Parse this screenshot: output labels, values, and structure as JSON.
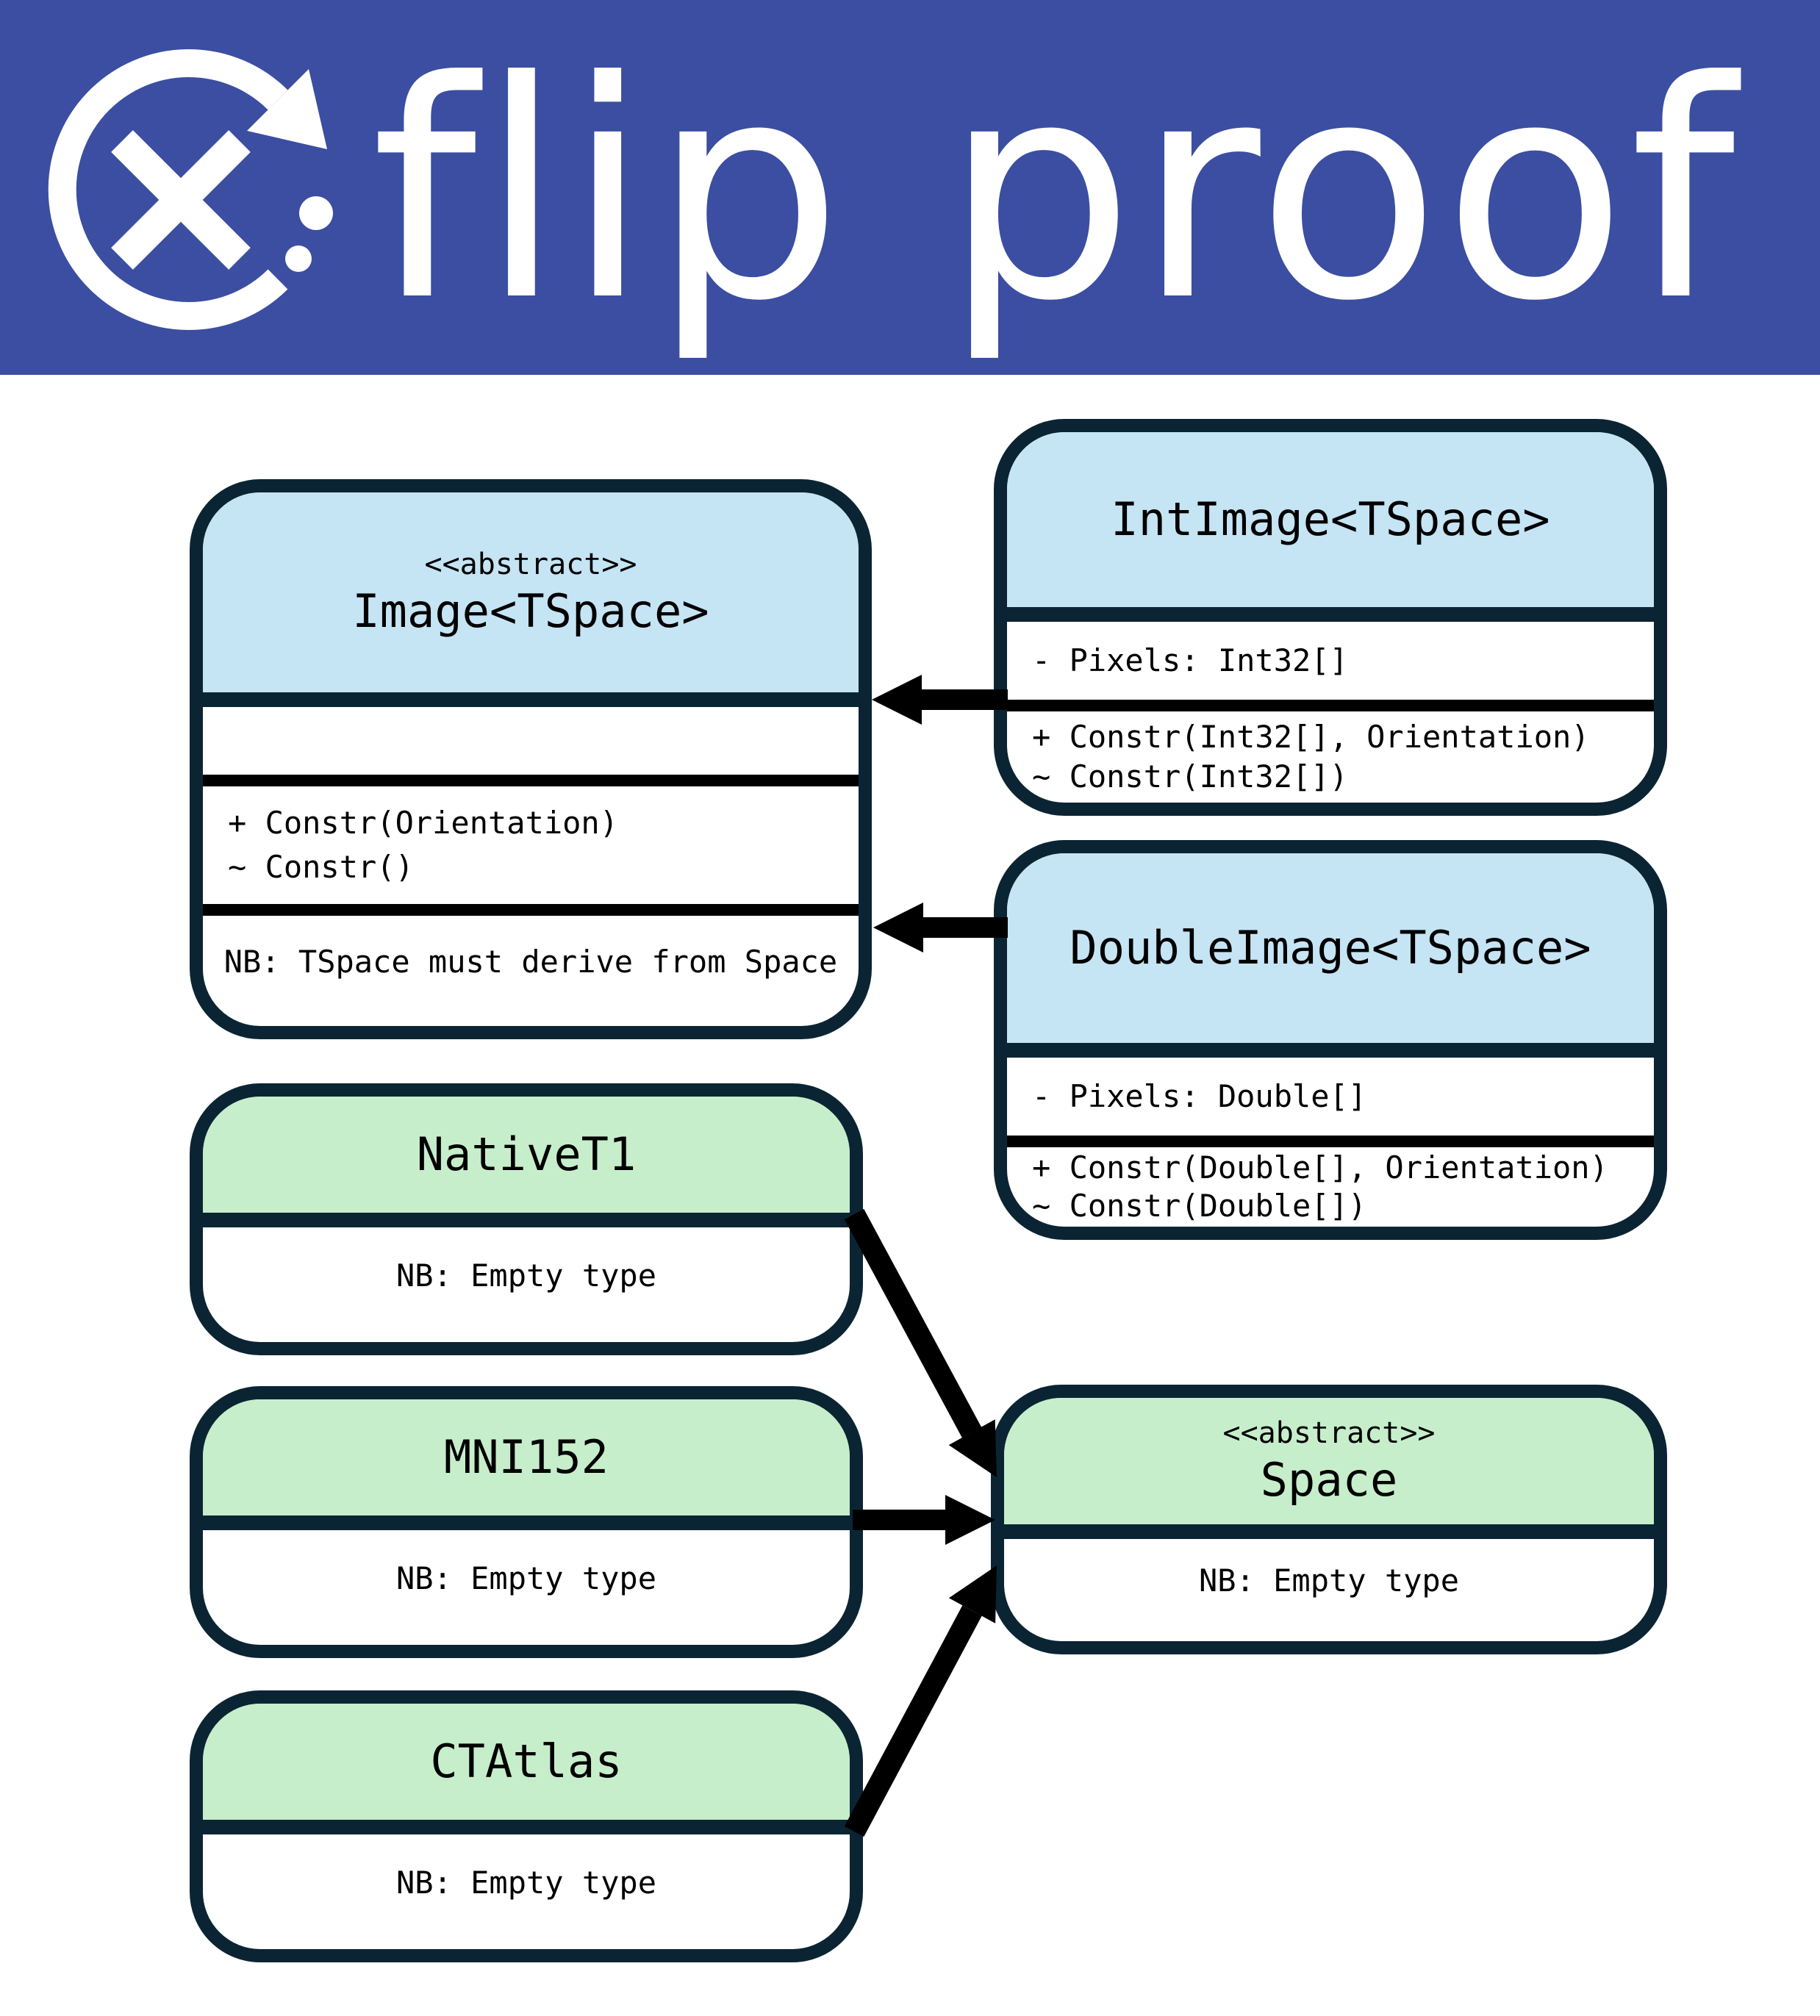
{
  "banner": {
    "logo_text": "flip proof",
    "icon": "circular-flip-arrow-x-icon",
    "bg_color": "#3b4ea1"
  },
  "colors": {
    "banner_blue": "#3b4ea1",
    "class_header_blue": "#c5e4f4",
    "class_header_green": "#c6eeca",
    "border_navy": "#0b2433",
    "arrow_black": "#000000",
    "text_black": "#000000",
    "body_white": "#ffffff"
  },
  "classes": {
    "image": {
      "stereotype": "<<abstract>>",
      "name": "Image<TSpace>",
      "methods": [
        "+ Constr(Orientation)",
        "~ Constr()"
      ],
      "note": "NB: TSpace must derive from Space"
    },
    "intimage": {
      "name": "IntImage<TSpace>",
      "attributes": [
        "- Pixels: Int32[]"
      ],
      "methods": [
        "+ Constr(Int32[], Orientation)",
        "~ Constr(Int32[])"
      ]
    },
    "doubleimage": {
      "name": "DoubleImage<TSpace>",
      "attributes": [
        "- Pixels: Double[]"
      ],
      "methods": [
        "+ Constr(Double[], Orientation)",
        "~ Constr(Double[])"
      ]
    },
    "nativet1": {
      "name": "NativeT1",
      "note": "NB: Empty type"
    },
    "mni152": {
      "name": "MNI152",
      "note": "NB: Empty type"
    },
    "ctatlas": {
      "name": "CTAtlas",
      "note": "NB: Empty type"
    },
    "space": {
      "stereotype": "<<abstract>>",
      "name": "Space",
      "note": "NB: Empty type"
    }
  },
  "relationships": [
    {
      "from": "IntImage<TSpace>",
      "to": "Image<TSpace>",
      "type": "inheritance"
    },
    {
      "from": "DoubleImage<TSpace>",
      "to": "Image<TSpace>",
      "type": "inheritance"
    },
    {
      "from": "NativeT1",
      "to": "Space",
      "type": "inheritance"
    },
    {
      "from": "MNI152",
      "to": "Space",
      "type": "inheritance"
    },
    {
      "from": "CTAtlas",
      "to": "Space",
      "type": "inheritance"
    }
  ]
}
